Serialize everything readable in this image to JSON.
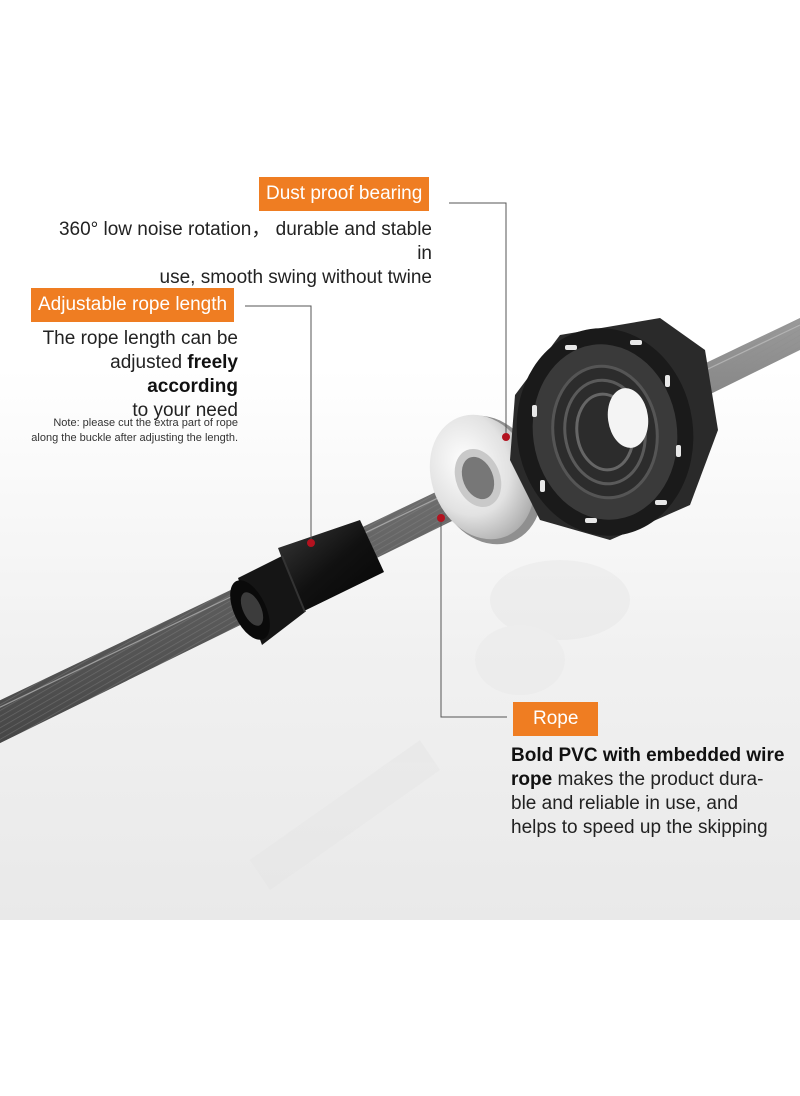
{
  "callouts": {
    "bearing": {
      "title": "Dust proof bearing",
      "line1": "360° low noise rotation， durable and stable in",
      "line2": "use, smooth swing without twine"
    },
    "length": {
      "title": "Adjustable rope length",
      "line1": "The rope length can be",
      "line2_plain": "adjusted ",
      "line2_bold": "freely according",
      "line3": "to your need"
    },
    "note": {
      "line1": "Note: please cut the extra part of rope",
      "line2": "along the buckle after adjusting the length."
    },
    "rope": {
      "title": "Rope",
      "line1_bold": "Bold PVC with embedded wire",
      "line2_bold": "rope",
      "line2_plain": " makes the product dura-",
      "line3": "ble and reliable in use, and",
      "line4": "helps to speed up the skipping"
    }
  },
  "colors": {
    "accent": "#ef7d22",
    "marker": "#b3121f",
    "rope": "#6f6f6f",
    "text": "#222222"
  }
}
